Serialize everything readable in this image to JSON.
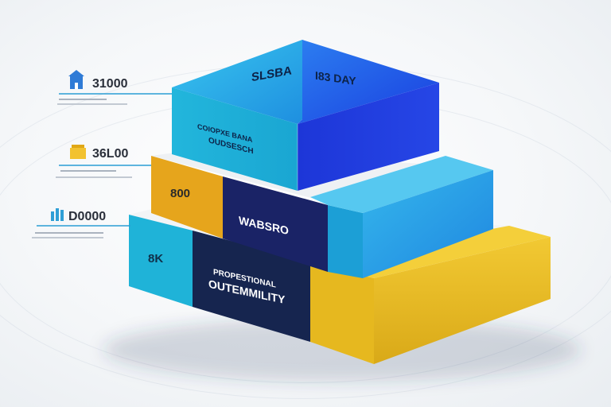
{
  "callouts": [
    {
      "value": "31000",
      "icon": "building-icon",
      "color": "#2f7bd6"
    },
    {
      "value": "36L00",
      "icon": "box-stack-icon",
      "color": "#f2c230"
    },
    {
      "value": "D0000",
      "icon": "bar-chart-icon",
      "color": "#2f9fd6"
    }
  ],
  "tiers": {
    "top": {
      "left_text": "COIOPXE BANA\nOUDSESCH",
      "right_text": "I83 DAY",
      "top_text": "SLSBA"
    },
    "middle": {
      "side_text": "800",
      "label": "WABSRO"
    },
    "bottom": {
      "side_text": "8K",
      "label": "PROPESTIONAL\nOUTEMMILITY"
    }
  },
  "colors": {
    "cyan": "#1fb3d8",
    "deep_blue": "#1633d6",
    "navy": "#172a5c",
    "yellow": "#e6b81f",
    "orange_yellow": "#e6a51c",
    "accent_line": "#2a9ed4"
  }
}
